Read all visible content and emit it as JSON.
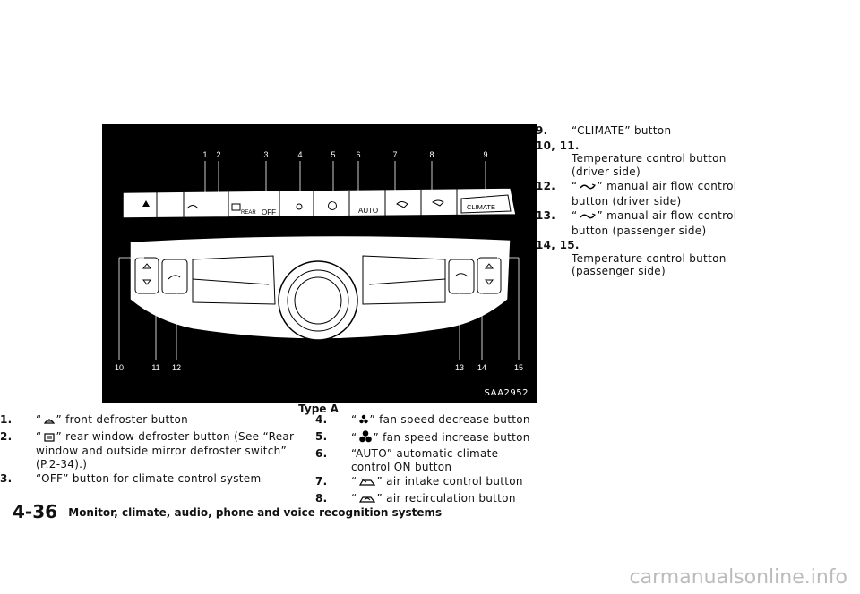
{
  "figure": {
    "code": "SAA2952",
    "caption": "Type A",
    "callouts": [
      "1",
      "2",
      "3",
      "4",
      "5",
      "6",
      "7",
      "8",
      "9",
      "10",
      "11",
      "12",
      "13",
      "14",
      "15"
    ],
    "button_labels": {
      "rear": "REAR",
      "off": "OFF",
      "auto": "AUTO",
      "climate": "CLIMATE"
    }
  },
  "list_left": [
    {
      "num": "1.",
      "pre": "“",
      "icon": "front-defroster-icon",
      "post": "” front defroster button"
    },
    {
      "num": "2.",
      "pre": "“",
      "icon": "rear-defroster-icon",
      "post": "” rear window defroster button (See “Rear window and outside mirror defroster switch” (P.2-34).)"
    },
    {
      "num": "3.",
      "pre": "",
      "icon": "",
      "post": "“OFF” button for climate control system"
    }
  ],
  "list_mid": [
    {
      "num": "4.",
      "pre": "“",
      "icon": "fan-small-icon",
      "post": "” fan speed decrease button"
    },
    {
      "num": "5.",
      "pre": "“",
      "icon": "fan-large-icon",
      "post": "” fan speed increase button"
    },
    {
      "num": "6.",
      "pre": "",
      "icon": "",
      "post": "“AUTO” automatic climate control ON button"
    },
    {
      "num": "7.",
      "pre": "“",
      "icon": "air-intake-icon",
      "post": "” air intake control button"
    },
    {
      "num": "8.",
      "pre": "“",
      "icon": "air-recirculation-icon",
      "post": "” air recirculation button"
    }
  ],
  "list_right": [
    {
      "num": "9.",
      "pre": "",
      "icon": "",
      "post": "“CLIMATE” button"
    },
    {
      "num": "10, 11.",
      "pre": "",
      "icon": "",
      "post": "Temperature control button (driver side)"
    },
    {
      "num": "12.",
      "pre": "“",
      "icon": "air-flow-icon",
      "post": "” manual air flow control button (driver side)"
    },
    {
      "num": "13.",
      "pre": "“",
      "icon": "air-flow-icon",
      "post": "” manual air flow control button (passenger side)"
    },
    {
      "num": "14, 15.",
      "pre": "",
      "icon": "",
      "post": "Temperature control button (passenger side)"
    }
  ],
  "footer": {
    "page": "4-36",
    "section": "Monitor, climate, audio, phone and voice recognition systems"
  },
  "watermark": "carmanualsonline.info"
}
